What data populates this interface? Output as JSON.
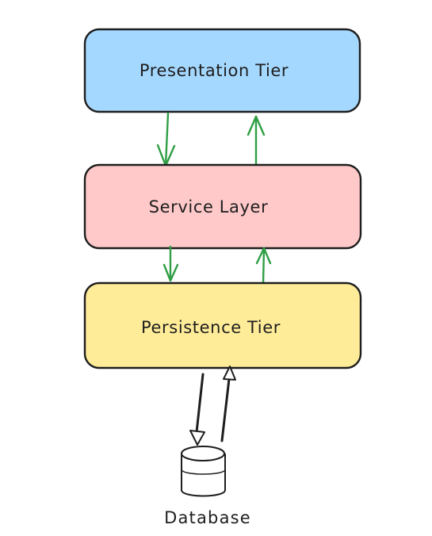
{
  "tiers": {
    "presentation": {
      "label": "Presentation Tier",
      "fill": "#a5d8ff"
    },
    "service": {
      "label": "Service Layer",
      "fill": "#ffc9c9"
    },
    "persistence": {
      "label": "Persistence Tier",
      "fill": "#ffec99"
    }
  },
  "database": {
    "label": "Database"
  },
  "colors": {
    "stroke": "#1e1e1e",
    "arrow_green": "#2f9e44",
    "background": "#ffffff"
  }
}
